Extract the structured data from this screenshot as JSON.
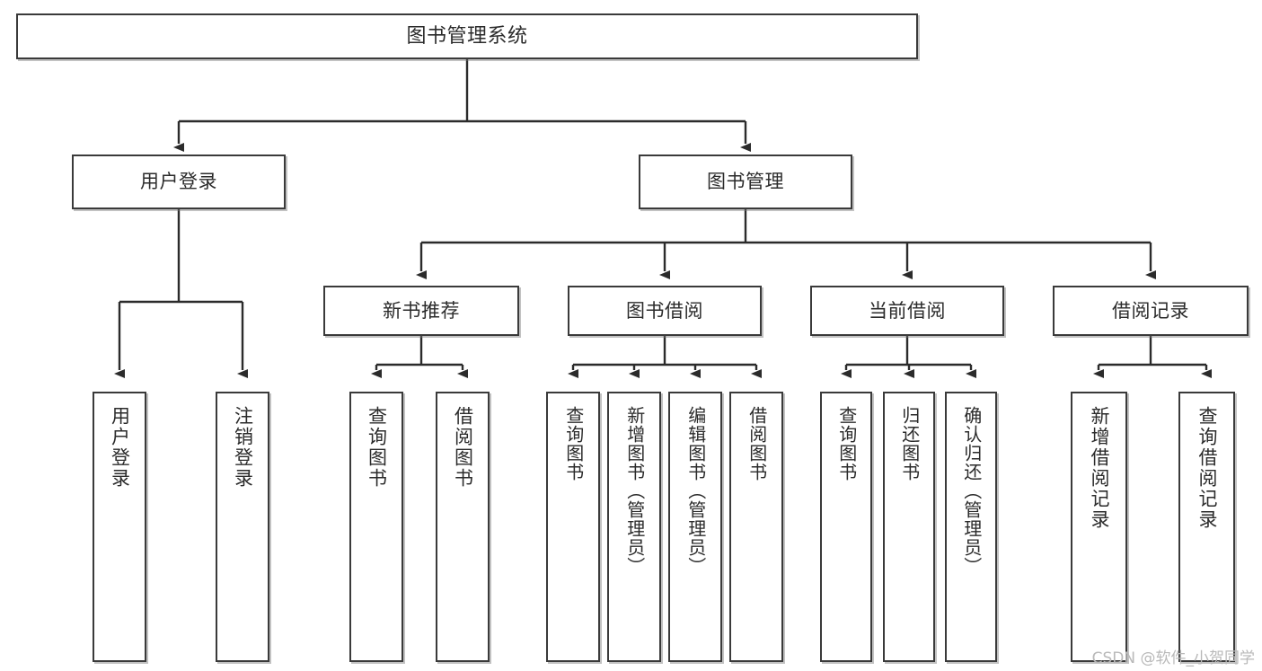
{
  "diagram": {
    "type": "tree-hierarchy-chart",
    "title": "图书管理系统",
    "colors": {
      "border": "#3a3a3a",
      "fill": "#ffffff",
      "text": "#2b2b2b",
      "edge": "#2b2b2b",
      "watermark": "#b9b9b9",
      "background": "#ffffff"
    },
    "root": {
      "label": "图书管理系统"
    },
    "level2": [
      {
        "id": "user-login",
        "label": "用户登录"
      },
      {
        "id": "book-manage",
        "label": "图书管理"
      }
    ],
    "level3": [
      {
        "id": "new-book-recommend",
        "label": "新书推荐"
      },
      {
        "id": "book-borrow",
        "label": "图书借阅"
      },
      {
        "id": "current-borrow",
        "label": "当前借阅"
      },
      {
        "id": "borrow-record",
        "label": "借阅记录"
      }
    ],
    "leaves": {
      "user_login": [
        {
          "id": "leaf-user-login",
          "label": "用户登录"
        },
        {
          "id": "leaf-logout-login",
          "label": "注销登录"
        }
      ],
      "new_book_recommend": [
        {
          "id": "leaf-query-book-1",
          "label": "查询图书"
        },
        {
          "id": "leaf-borrow-book-1",
          "label": "借阅图书"
        }
      ],
      "book_borrow": [
        {
          "id": "leaf-query-book-2",
          "label": "查询图书"
        },
        {
          "id": "leaf-add-book",
          "label": "新增图书（管理员）"
        },
        {
          "id": "leaf-edit-book",
          "label": "编辑图书（管理员）"
        },
        {
          "id": "leaf-borrow-book-2",
          "label": "借阅图书"
        }
      ],
      "current_borrow": [
        {
          "id": "leaf-query-book-3",
          "label": "查询图书"
        },
        {
          "id": "leaf-return-book",
          "label": "归还图书"
        },
        {
          "id": "leaf-confirm-return",
          "label": "确认归还（管理员）"
        }
      ],
      "borrow_record": [
        {
          "id": "leaf-add-borrow-record",
          "label": "新增借阅记录"
        },
        {
          "id": "leaf-query-borrow-record",
          "label": "查询借阅记录"
        }
      ]
    }
  },
  "watermark": {
    "text": "CSDN @软件_小贺同学"
  }
}
